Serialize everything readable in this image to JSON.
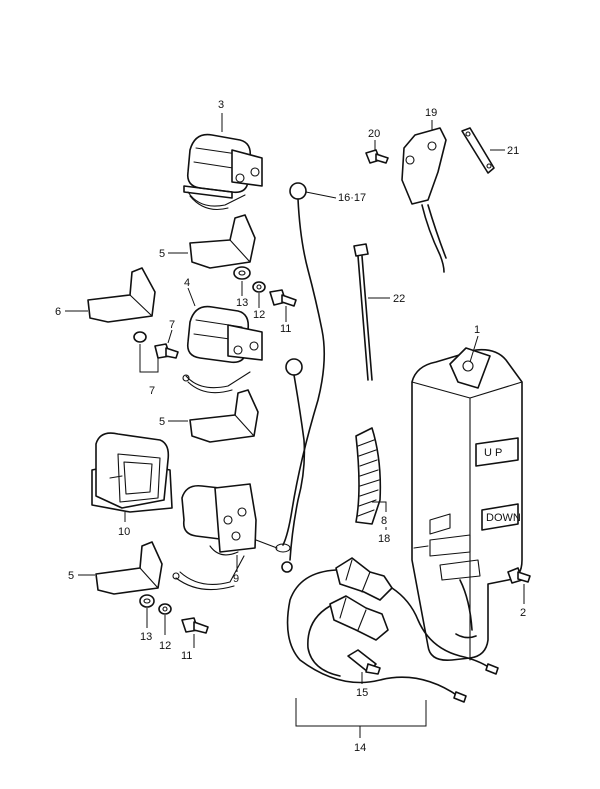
{
  "labels": {
    "p1": "1",
    "p2": "2",
    "p3": "3",
    "p4": "4",
    "p5a": "5",
    "p5b": "5",
    "p5c": "5",
    "p6": "6",
    "p7a": "7",
    "p7b": "7",
    "p8": "8",
    "p9": "9",
    "p10": "10",
    "p11a": "11",
    "p11b": "11",
    "p12a": "12",
    "p12b": "12",
    "p13a": "13",
    "p13b": "13",
    "p14": "14",
    "p15": "15",
    "p16_17": "16·17",
    "p18": "18",
    "p19": "19",
    "p20": "20",
    "p21": "21",
    "p22": "22"
  },
  "box_text": {
    "up": "U P",
    "down": "DOWN"
  }
}
